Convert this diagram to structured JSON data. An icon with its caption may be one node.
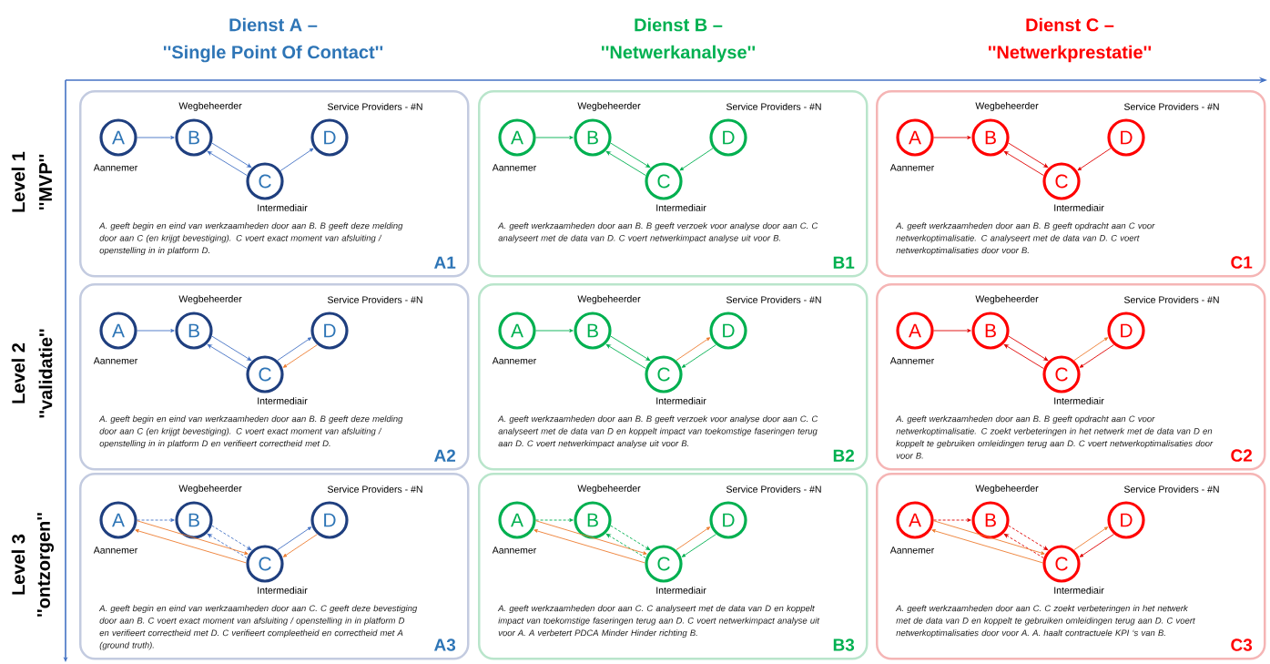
{
  "diagram": {
    "nodes": [
      {
        "text": [
          "A. geeft begin en eind van werkzaamheden door aan B. B geeft deze melding door aan C (en krijgt bevestiging). C voert exact moment van afsluiting / openstelling in in platform D.",
          "A1"
        ]
      },
      {
        "text": [
          "A"
        ],
        "in": 0,
        "beside": [
          "Aannemer"
        ]
      },
      {
        "text": [
          "B"
        ],
        "in": 0,
        "beside": [
          "Wegbeheerder"
        ]
      },
      {
        "text": [
          "C"
        ],
        "in": 0,
        "beside": [
          "Intermediair"
        ]
      },
      {
        "text": [
          "D"
        ],
        "in": 0,
        "beside": [
          "Service Providers - #N"
        ]
      },
      {
        "text": [
          "A. geeft werkzaamheden door aan B. B geeft verzoek voor analyse door aan C. C analyseert met de data van D. C voert netwerkimpact analyse uit voor B.",
          "B1"
        ]
      },
      {
        "text": [
          "A"
        ],
        "in": 5,
        "beside": [
          "Aannemer"
        ]
      },
      {
        "text": [
          "B"
        ],
        "in": 5,
        "beside": [
          "Wegbeheerder"
        ]
      },
      {
        "text": [
          "C"
        ],
        "in": 5,
        "beside": [
          "Intermediair"
        ]
      },
      {
        "text": [
          "D"
        ],
        "in": 5,
        "beside": [
          "Service Providers - #N"
        ]
      },
      {
        "text": [
          "A. geeft werkzaamheden door aan B. B geeft opdracht aan C voor netwerkoptimalisatie. C analyseert met de data van D. C voert netwerkoptimalisaties door voor B.",
          "C1"
        ]
      },
      {
        "text": [
          "A"
        ],
        "in": 10,
        "beside": [
          "Aannemer"
        ]
      },
      {
        "text": [
          "B"
        ],
        "in": 10,
        "beside": [
          "Wegbeheerder"
        ]
      },
      {
        "text": [
          "C"
        ],
        "in": 10,
        "beside": [
          "Intermediair"
        ]
      },
      {
        "text": [
          "D"
        ],
        "in": 10,
        "beside": [
          "Service Providers - #N"
        ]
      },
      {
        "text": [
          "A. geeft begin en eind van werkzaamheden door aan B. B geeft deze melding door aan C (en krijgt bevestiging). C voert exact moment van afsluiting / openstelling in in platform D en verifieert correctheid met D.",
          "A2"
        ]
      },
      {
        "text": [
          "A"
        ],
        "in": 15,
        "beside": [
          "Aannemer"
        ]
      },
      {
        "text": [
          "B"
        ],
        "in": 15,
        "beside": [
          "Wegbeheerder"
        ]
      },
      {
        "text": [
          "C"
        ],
        "in": 15,
        "beside": [
          "Intermediair"
        ]
      },
      {
        "text": [
          "D"
        ],
        "in": 15,
        "beside": [
          "Service Providers - #N"
        ]
      },
      {
        "text": [
          "A. geeft werkzaamheden door aan B. B geeft verzoek voor analyse door aan C. C analyseert met de data van D en koppelt impact van toekomstige faseringen terug aan D. C voert netwerkimpact analyse uit voor B.",
          "B2"
        ]
      },
      {
        "text": [
          "A"
        ],
        "in": 20,
        "beside": [
          "Aannemer"
        ]
      },
      {
        "text": [
          "B"
        ],
        "in": 20,
        "beside": [
          "Wegbeheerder"
        ]
      },
      {
        "text": [
          "C"
        ],
        "in": 20,
        "beside": [
          "Intermediair"
        ]
      },
      {
        "text": [
          "D"
        ],
        "in": 20,
        "beside": [
          "Service Providers - #N"
        ]
      },
      {
        "text": [
          "A. geeft werkzaamheden door aan B. B geeft opdracht aan C voor netwerkoptimalisatie. C zoekt verbeteringen in het netwerk met de data van D en koppelt te gebruiken omleidingen terug aan D. C voert netwerkoptimalisaties door voor B.",
          "C2"
        ]
      },
      {
        "text": [
          "A"
        ],
        "in": 25,
        "beside": [
          "Aannemer"
        ]
      },
      {
        "text": [
          "B"
        ],
        "in": 25,
        "beside": [
          "Wegbeheerder"
        ]
      },
      {
        "text": [
          "C"
        ],
        "in": 25,
        "beside": [
          "Intermediair"
        ]
      },
      {
        "text": [
          "D"
        ],
        "in": 25,
        "beside": [
          "Service Providers - #N"
        ]
      },
      {
        "text": [
          "A. geeft begin en eind van werkzaamheden door aan C. C geeft deze bevestiging door aan B. C voert exact moment van afsluiting / openstelling in in platform D en verifieert correctheid met D. C verifieert compleetheid en correctheid met A (ground truth).",
          "A3"
        ]
      },
      {
        "text": [
          "A"
        ],
        "in": 30,
        "beside": [
          "Aannemer"
        ]
      },
      {
        "text": [
          "B"
        ],
        "in": 30,
        "beside": [
          "Wegbeheerder"
        ]
      },
      {
        "text": [
          "C"
        ],
        "in": 30,
        "beside": [
          "Intermediair"
        ]
      },
      {
        "text": [
          "D"
        ],
        "in": 30,
        "beside": [
          "Service Providers - #N"
        ]
      },
      {
        "text": [
          "A. geeft werkzaamheden door aan C. C analyseert met de data van D en koppelt impact van toekomstige faseringen terug aan D. C voert netwerkimpact analyse uit voor A. A verbetert PDCA Minder Hinder richting B.",
          "B3"
        ]
      },
      {
        "text": [
          "A"
        ],
        "in": 35,
        "beside": [
          "Aannemer"
        ]
      },
      {
        "text": [
          "B"
        ],
        "in": 35,
        "beside": [
          "Wegbeheerder"
        ]
      },
      {
        "text": [
          "C"
        ],
        "in": 35,
        "beside": [
          "Intermediair"
        ]
      },
      {
        "text": [
          "D"
        ],
        "in": 35,
        "beside": [
          "Service Providers - #N"
        ]
      },
      {
        "text": [
          "A. geeft werkzaamheden door aan C. C zoekt verbeteringen in het netwerk met de data van D en koppelt te gebruiken omleidingen terug aan D. C voert netwerkoptimalisaties door voor A. A. haalt contractuele KPI ‘s van B.",
          "C3"
        ]
      },
      {
        "text": [
          "A"
        ],
        "in": 40,
        "beside": [
          "Aannemer"
        ]
      },
      {
        "text": [
          "B"
        ],
        "in": 40,
        "beside": [
          "Wegbeheerder"
        ]
      },
      {
        "text": [
          "C"
        ],
        "in": 40,
        "beside": [
          "Intermediair"
        ]
      },
      {
        "text": [
          "D"
        ],
        "in": 40,
        "beside": [
          "Service Providers - #N"
        ]
      }
    ],
    "edges": [
      {
        "from": 1,
        "to": 2,
        "arrow": "to",
        "color": "#4472c4"
      },
      {
        "from": 2,
        "to": 3,
        "arrow": "to",
        "color": "#4472c4"
      },
      {
        "from": 3,
        "to": 2,
        "arrow": "to",
        "color": "#4472c4"
      },
      {
        "from": 3,
        "to": 4,
        "arrow": "to",
        "color": "#4472c4"
      },
      {
        "from": 6,
        "to": 7,
        "arrow": "to",
        "color": "#00b050"
      },
      {
        "from": 7,
        "to": 8,
        "arrow": "to",
        "color": "#00b050"
      },
      {
        "from": 8,
        "to": 7,
        "arrow": "to",
        "color": "#00b050"
      },
      {
        "from": 9,
        "to": 8,
        "arrow": "to",
        "color": "#00b050"
      },
      {
        "from": 11,
        "to": 12,
        "arrow": "to",
        "color": "#e00000"
      },
      {
        "from": 12,
        "to": 13,
        "arrow": "to",
        "color": "#e00000"
      },
      {
        "from": 13,
        "to": 12,
        "arrow": "to",
        "color": "#e00000"
      },
      {
        "from": 14,
        "to": 13,
        "arrow": "to",
        "color": "#e00000"
      },
      {
        "from": 16,
        "to": 17,
        "arrow": "to",
        "color": "#4472c4"
      },
      {
        "from": 17,
        "to": 18,
        "arrow": "to",
        "color": "#4472c4"
      },
      {
        "from": 18,
        "to": 17,
        "arrow": "to",
        "color": "#4472c4"
      },
      {
        "from": 18,
        "to": 19,
        "arrow": "to",
        "color": "#4472c4"
      },
      {
        "from": 19,
        "to": 18,
        "arrow": "to",
        "color": "#ed7d31"
      },
      {
        "from": 21,
        "to": 22,
        "arrow": "to",
        "color": "#00b050"
      },
      {
        "from": 22,
        "to": 23,
        "arrow": "to",
        "color": "#00b050"
      },
      {
        "from": 23,
        "to": 22,
        "arrow": "to",
        "color": "#00b050"
      },
      {
        "from": 23,
        "to": 24,
        "arrow": "to",
        "color": "#ed7d31"
      },
      {
        "from": 24,
        "to": 23,
        "arrow": "to",
        "color": "#00b050"
      },
      {
        "from": 26,
        "to": 27,
        "arrow": "to",
        "color": "#e00000"
      },
      {
        "from": 27,
        "to": 28,
        "arrow": "to",
        "color": "#e00000"
      },
      {
        "from": 28,
        "to": 27,
        "arrow": "to",
        "color": "#e00000"
      },
      {
        "from": 28,
        "to": 29,
        "arrow": "to",
        "color": "#ed7d31"
      },
      {
        "from": 29,
        "to": 28,
        "arrow": "to",
        "color": "#e00000"
      },
      {
        "from": 31,
        "to": 32,
        "arrow": "to",
        "style": "dashed",
        "color": "#4472c4"
      },
      {
        "from": 32,
        "to": 33,
        "arrow": "to",
        "style": "dashed",
        "color": "#4472c4"
      },
      {
        "from": 33,
        "to": 32,
        "arrow": "to",
        "style": "dashed",
        "color": "#4472c4"
      },
      {
        "from": 33,
        "to": 34,
        "arrow": "to",
        "color": "#4472c4"
      },
      {
        "from": 34,
        "to": 33,
        "arrow": "to",
        "color": "#ed7d31"
      },
      {
        "from": 33,
        "to": 31,
        "arrow": "to",
        "color": "#ed7d31"
      },
      {
        "from": 31,
        "to": 33,
        "arrow": "to",
        "color": "#ed7d31"
      },
      {
        "from": 36,
        "to": 37,
        "arrow": "to",
        "style": "dashed",
        "color": "#00b050"
      },
      {
        "from": 37,
        "to": 38,
        "arrow": "to",
        "style": "dashed",
        "color": "#00b050"
      },
      {
        "from": 38,
        "to": 37,
        "arrow": "to",
        "style": "dashed",
        "color": "#00b050"
      },
      {
        "from": 38,
        "to": 39,
        "arrow": "to",
        "color": "#ed7d31"
      },
      {
        "from": 39,
        "to": 38,
        "arrow": "to",
        "color": "#00b050"
      },
      {
        "from": 38,
        "to": 36,
        "arrow": "to",
        "color": "#ed7d31"
      },
      {
        "from": 36,
        "to": 38,
        "arrow": "to",
        "color": "#ed7d31"
      },
      {
        "from": 41,
        "to": 42,
        "arrow": "to",
        "style": "dashed",
        "color": "#e00000"
      },
      {
        "from": 42,
        "to": 43,
        "arrow": "to",
        "style": "dashed",
        "color": "#e00000"
      },
      {
        "from": 43,
        "to": 42,
        "arrow": "to",
        "style": "dashed",
        "color": "#e00000"
      },
      {
        "from": 43,
        "to": 44,
        "arrow": "to",
        "color": "#ed7d31"
      },
      {
        "from": 44,
        "to": 43,
        "arrow": "to",
        "color": "#e00000"
      },
      {
        "from": 43,
        "to": 41,
        "arrow": "to",
        "color": "#ed7d31"
      },
      {
        "from": 41,
        "to": 43,
        "arrow": "to",
        "color": "#ed7d31"
      }
    ],
    "labels": [
      "Dienst A –",
      "''Single Point Of Contact''",
      "Dienst B –",
      "''Netwerkanalyse''",
      "Dienst C –",
      "''Netwerkprestatie''",
      "Level 1",
      "''MVP''",
      "Level 2",
      "''validatie''",
      "Level 3",
      "''ontzorgen''"
    ]
  }
}
